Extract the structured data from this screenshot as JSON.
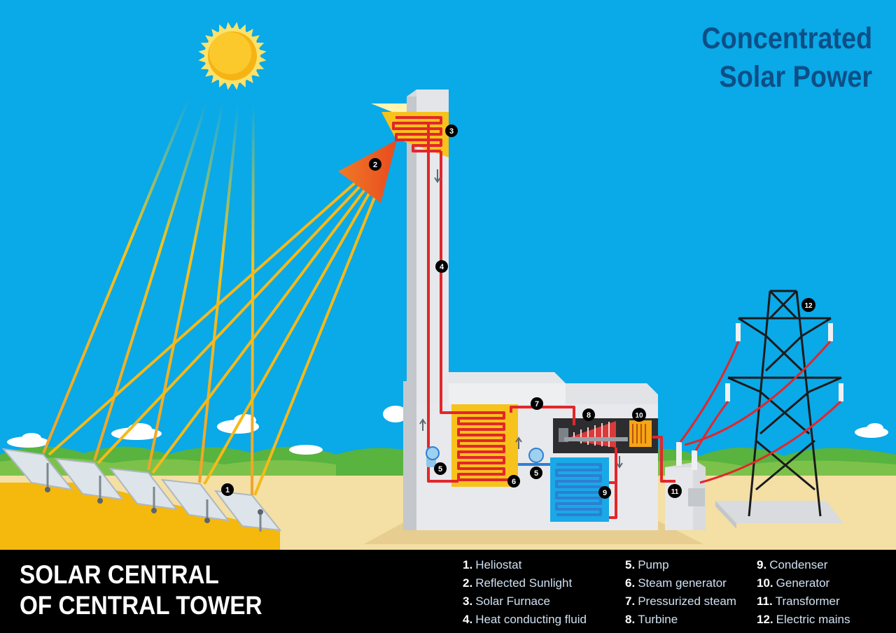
{
  "title": {
    "line1": "Concentrated",
    "line2": "Solar Power"
  },
  "footer_title": {
    "line1": "SOLAR CENTRAL",
    "line2": "OF CENTRAL TOWER"
  },
  "legend": [
    {
      "number": "1.",
      "label": "Heliostat"
    },
    {
      "number": "2.",
      "label": "Reflected Sunlight"
    },
    {
      "number": "3.",
      "label": "Solar Furnace"
    },
    {
      "number": "4.",
      "label": "Heat conducting fluid"
    },
    {
      "number": "5.",
      "label": "Pump"
    },
    {
      "number": "6.",
      "label": "Steam generator"
    },
    {
      "number": "7.",
      "label": "Pressurized steam"
    },
    {
      "number": "8.",
      "label": "Turbine"
    },
    {
      "number": "9.",
      "label": "Condenser"
    },
    {
      "number": "10.",
      "label": "Generator"
    },
    {
      "number": "11.",
      "label": "Transformer"
    },
    {
      "number": "12.",
      "label": "Electric mains"
    }
  ],
  "markers": {
    "heliostat": "1",
    "reflected_sunlight": "2",
    "solar_furnace": "3",
    "heat_fluid": "4",
    "pump_left": "5",
    "pump_right": "5",
    "steam_generator": "6",
    "pressurized_steam": "7",
    "turbine": "8",
    "condenser": "9",
    "generator": "10",
    "transformer": "11",
    "electric_mains": "12"
  },
  "colors": {
    "sky": "#0aa9e8",
    "title": "#0c4f86",
    "hot_pipe": "#e3262b",
    "cold_pipe": "#2e7fd4",
    "furnace": "#f7c21c",
    "ground": "#f4dfa4",
    "footer": "#000000"
  }
}
